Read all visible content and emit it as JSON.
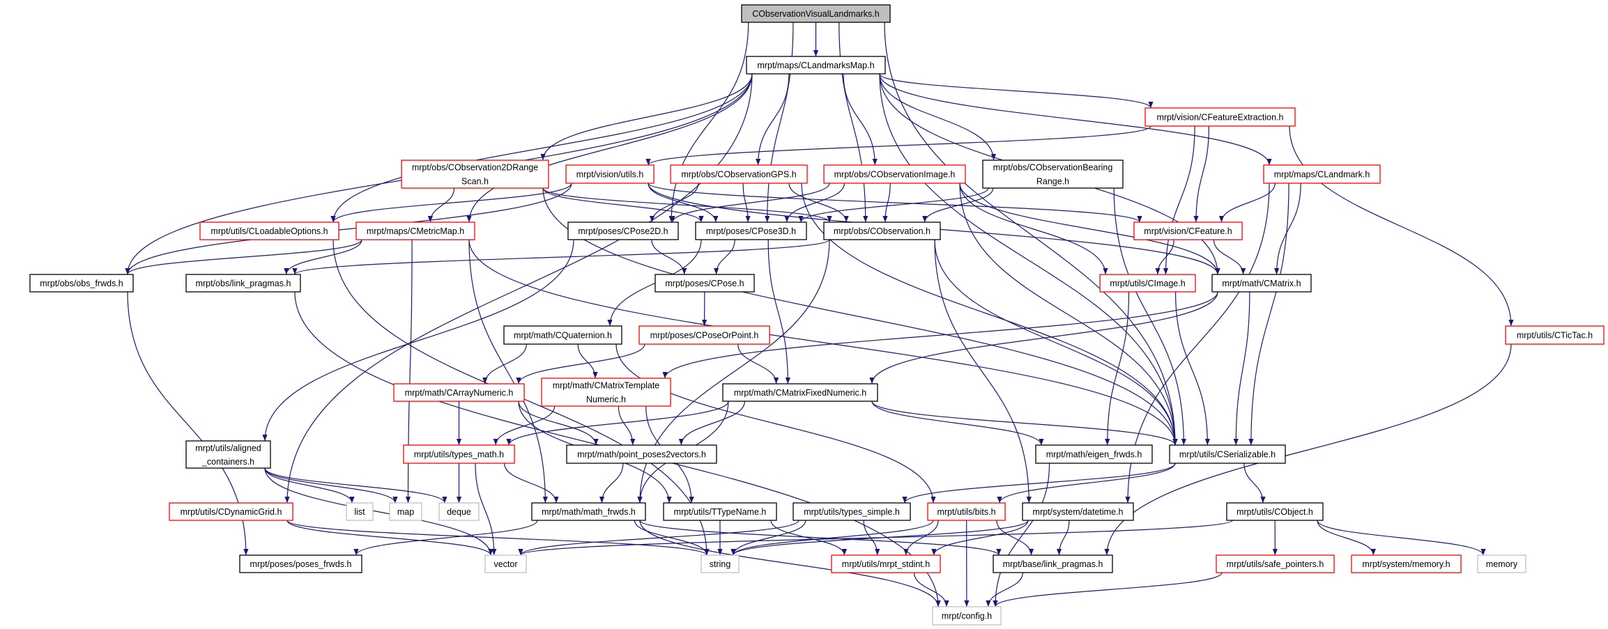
{
  "graph": {
    "title": "CObservationVisualLandmarks.h",
    "colors": {
      "edge": "#191970",
      "root_fill": "#bfbfbf",
      "red_border": "#ff0000",
      "black_border": "#000000",
      "gray_border": "#bfbfbf"
    },
    "nodes": [
      {
        "id": "A",
        "lines": [
          "CObservationVisualLandmarks.h"
        ],
        "style": "root"
      },
      {
        "id": "B",
        "lines": [
          "mrpt/maps/CLandmarksMap.h"
        ],
        "style": "black"
      },
      {
        "id": "C",
        "lines": [
          "mrpt/vision/CFeatureExtraction.h"
        ],
        "style": "red"
      },
      {
        "id": "D",
        "lines": [
          "mrpt/obs/CObservation2DRange",
          "Scan.h"
        ],
        "style": "red"
      },
      {
        "id": "E",
        "lines": [
          "mrpt/vision/utils.h"
        ],
        "style": "red"
      },
      {
        "id": "F",
        "lines": [
          "mrpt/obs/CObservationGPS.h"
        ],
        "style": "red"
      },
      {
        "id": "G",
        "lines": [
          "mrpt/obs/CObservationImage.h"
        ],
        "style": "red"
      },
      {
        "id": "H",
        "lines": [
          "mrpt/obs/CObservationBearing",
          "Range.h"
        ],
        "style": "black"
      },
      {
        "id": "I",
        "lines": [
          "mrpt/maps/CLandmark.h"
        ],
        "style": "red"
      },
      {
        "id": "J",
        "lines": [
          "mrpt/utils/CLoadableOptions.h"
        ],
        "style": "red"
      },
      {
        "id": "K",
        "lines": [
          "mrpt/maps/CMetricMap.h"
        ],
        "style": "red"
      },
      {
        "id": "L",
        "lines": [
          "mrpt/poses/CPose2D.h"
        ],
        "style": "black"
      },
      {
        "id": "M",
        "lines": [
          "mrpt/poses/CPose3D.h"
        ],
        "style": "black"
      },
      {
        "id": "N",
        "lines": [
          "mrpt/obs/CObservation.h"
        ],
        "style": "black"
      },
      {
        "id": "O",
        "lines": [
          "mrpt/vision/CFeature.h"
        ],
        "style": "red"
      },
      {
        "id": "P",
        "lines": [
          "mrpt/obs/obs_frwds.h"
        ],
        "style": "black"
      },
      {
        "id": "Q",
        "lines": [
          "mrpt/obs/link_pragmas.h"
        ],
        "style": "black"
      },
      {
        "id": "R",
        "lines": [
          "mrpt/poses/CPose.h"
        ],
        "style": "black"
      },
      {
        "id": "S",
        "lines": [
          "mrpt/utils/CImage.h"
        ],
        "style": "red"
      },
      {
        "id": "T",
        "lines": [
          "mrpt/math/CMatrix.h"
        ],
        "style": "black"
      },
      {
        "id": "U",
        "lines": [
          "mrpt/math/CQuaternion.h"
        ],
        "style": "black"
      },
      {
        "id": "V",
        "lines": [
          "mrpt/poses/CPoseOrPoint.h"
        ],
        "style": "red"
      },
      {
        "id": "W",
        "lines": [
          "mrpt/math/CArrayNumeric.h"
        ],
        "style": "red"
      },
      {
        "id": "X",
        "lines": [
          "mrpt/math/CMatrixTemplate",
          "Numeric.h"
        ],
        "style": "red"
      },
      {
        "id": "Y",
        "lines": [
          "mrpt/math/CMatrixFixedNumeric.h"
        ],
        "style": "black"
      },
      {
        "id": "Z",
        "lines": [
          "mrpt/utils/CTicTac.h"
        ],
        "style": "red"
      },
      {
        "id": "AA",
        "lines": [
          "mrpt/utils/aligned",
          "_containers.h"
        ],
        "style": "black"
      },
      {
        "id": "AB",
        "lines": [
          "mrpt/utils/types_math.h"
        ],
        "style": "red"
      },
      {
        "id": "AC",
        "lines": [
          "mrpt/math/point_poses2vectors.h"
        ],
        "style": "black"
      },
      {
        "id": "AD",
        "lines": [
          "mrpt/math/eigen_frwds.h"
        ],
        "style": "black"
      },
      {
        "id": "AE",
        "lines": [
          "mrpt/utils/CSerializable.h"
        ],
        "style": "black"
      },
      {
        "id": "AF",
        "lines": [
          "mrpt/utils/CDynamicGrid.h"
        ],
        "style": "red"
      },
      {
        "id": "AG",
        "lines": [
          "list"
        ],
        "style": "gray"
      },
      {
        "id": "AH",
        "lines": [
          "map"
        ],
        "style": "gray"
      },
      {
        "id": "AI",
        "lines": [
          "deque"
        ],
        "style": "gray"
      },
      {
        "id": "AJ",
        "lines": [
          "mrpt/math/math_frwds.h"
        ],
        "style": "black"
      },
      {
        "id": "AK",
        "lines": [
          "mrpt/utils/TTypeName.h"
        ],
        "style": "black"
      },
      {
        "id": "AL",
        "lines": [
          "mrpt/utils/types_simple.h"
        ],
        "style": "black"
      },
      {
        "id": "AM",
        "lines": [
          "mrpt/utils/bits.h"
        ],
        "style": "red"
      },
      {
        "id": "AN",
        "lines": [
          "mrpt/system/datetime.h"
        ],
        "style": "black"
      },
      {
        "id": "AO",
        "lines": [
          "mrpt/utils/CObject.h"
        ],
        "style": "black"
      },
      {
        "id": "AP",
        "lines": [
          "mrpt/poses/poses_frwds.h"
        ],
        "style": "black"
      },
      {
        "id": "AQ",
        "lines": [
          "vector"
        ],
        "style": "gray"
      },
      {
        "id": "AR",
        "lines": [
          "string"
        ],
        "style": "gray"
      },
      {
        "id": "AS",
        "lines": [
          "mrpt/utils/mrpt_stdint.h"
        ],
        "style": "red"
      },
      {
        "id": "AT",
        "lines": [
          "mrpt/base/link_pragmas.h"
        ],
        "style": "black"
      },
      {
        "id": "AU",
        "lines": [
          "mrpt/utils/safe_pointers.h"
        ],
        "style": "red"
      },
      {
        "id": "AV",
        "lines": [
          "mrpt/system/memory.h"
        ],
        "style": "red"
      },
      {
        "id": "AW",
        "lines": [
          "memory"
        ],
        "style": "gray"
      },
      {
        "id": "AX",
        "lines": [
          "mrpt/config.h"
        ],
        "style": "gray"
      }
    ],
    "edges": [
      [
        "A",
        "B"
      ],
      [
        "A",
        "L"
      ],
      [
        "A",
        "M"
      ],
      [
        "A",
        "N"
      ],
      [
        "A",
        "AE"
      ],
      [
        "B",
        "P"
      ],
      [
        "B",
        "AF"
      ],
      [
        "B",
        "J"
      ],
      [
        "B",
        "K"
      ],
      [
        "B",
        "D"
      ],
      [
        "B",
        "F"
      ],
      [
        "B",
        "G"
      ],
      [
        "B",
        "H"
      ],
      [
        "B",
        "C"
      ],
      [
        "B",
        "I"
      ],
      [
        "B",
        "T"
      ],
      [
        "B",
        "AE"
      ],
      [
        "C",
        "E"
      ],
      [
        "C",
        "S"
      ],
      [
        "C",
        "O"
      ],
      [
        "C",
        "Z"
      ],
      [
        "D",
        "K"
      ],
      [
        "D",
        "M"
      ],
      [
        "D",
        "N"
      ],
      [
        "D",
        "AE"
      ],
      [
        "E",
        "P"
      ],
      [
        "E",
        "J"
      ],
      [
        "E",
        "M"
      ],
      [
        "E",
        "O"
      ],
      [
        "E",
        "T"
      ],
      [
        "F",
        "L"
      ],
      [
        "F",
        "M"
      ],
      [
        "F",
        "N"
      ],
      [
        "F",
        "AE"
      ],
      [
        "G",
        "L"
      ],
      [
        "G",
        "M"
      ],
      [
        "G",
        "N"
      ],
      [
        "G",
        "S"
      ],
      [
        "G",
        "T"
      ],
      [
        "G",
        "AE"
      ],
      [
        "H",
        "M"
      ],
      [
        "H",
        "N"
      ],
      [
        "H",
        "AE"
      ],
      [
        "I",
        "O"
      ],
      [
        "I",
        "T"
      ],
      [
        "I",
        "AE"
      ],
      [
        "I",
        "AN"
      ],
      [
        "J",
        "AR"
      ],
      [
        "K",
        "P"
      ],
      [
        "K",
        "Q"
      ],
      [
        "K",
        "AH"
      ],
      [
        "K",
        "AJ"
      ],
      [
        "K",
        "AE"
      ],
      [
        "L",
        "R"
      ],
      [
        "L",
        "AA"
      ],
      [
        "M",
        "R"
      ],
      [
        "M",
        "U"
      ],
      [
        "M",
        "Y"
      ],
      [
        "N",
        "Q"
      ],
      [
        "N",
        "AJ"
      ],
      [
        "N",
        "AN"
      ],
      [
        "N",
        "AE"
      ],
      [
        "O",
        "S"
      ],
      [
        "O",
        "T"
      ],
      [
        "S",
        "AD"
      ],
      [
        "S",
        "AE"
      ],
      [
        "T",
        "X"
      ],
      [
        "T",
        "Y"
      ],
      [
        "T",
        "AE"
      ],
      [
        "R",
        "V"
      ],
      [
        "U",
        "W"
      ],
      [
        "U",
        "X"
      ],
      [
        "U",
        "AM"
      ],
      [
        "V",
        "W"
      ],
      [
        "V",
        "Y"
      ],
      [
        "W",
        "AB"
      ],
      [
        "W",
        "AC"
      ],
      [
        "W",
        "AK"
      ],
      [
        "X",
        "AB"
      ],
      [
        "X",
        "AC"
      ],
      [
        "X",
        "AK"
      ],
      [
        "Y",
        "AB"
      ],
      [
        "Y",
        "AC"
      ],
      [
        "Y",
        "AJ"
      ],
      [
        "Y",
        "AD"
      ],
      [
        "Y",
        "AE"
      ],
      [
        "Z",
        "AT"
      ],
      [
        "AA",
        "AG"
      ],
      [
        "AA",
        "AH"
      ],
      [
        "AA",
        "AI"
      ],
      [
        "AA",
        "AQ"
      ],
      [
        "AB",
        "AI"
      ],
      [
        "AB",
        "AQ"
      ],
      [
        "AB",
        "AJ"
      ],
      [
        "AC",
        "AJ"
      ],
      [
        "AD",
        "AX"
      ],
      [
        "AE",
        "AL"
      ],
      [
        "AE",
        "AM"
      ],
      [
        "AE",
        "AO"
      ],
      [
        "AF",
        "AQ"
      ],
      [
        "AF",
        "AR"
      ],
      [
        "AJ",
        "AP"
      ],
      [
        "AJ",
        "AR"
      ],
      [
        "AJ",
        "AX"
      ],
      [
        "AJ",
        "AT"
      ],
      [
        "AK",
        "AR"
      ],
      [
        "AK",
        "AS"
      ],
      [
        "AL",
        "AQ"
      ],
      [
        "AL",
        "AR"
      ],
      [
        "AL",
        "AS"
      ],
      [
        "AM",
        "AR"
      ],
      [
        "AM",
        "AS"
      ],
      [
        "AM",
        "AT"
      ],
      [
        "AM",
        "AX"
      ],
      [
        "AN",
        "AR"
      ],
      [
        "AN",
        "AS"
      ],
      [
        "AN",
        "AT"
      ],
      [
        "AO",
        "AQ"
      ],
      [
        "AO",
        "AU"
      ],
      [
        "AO",
        "AV"
      ],
      [
        "AO",
        "AW"
      ],
      [
        "AS",
        "AX"
      ],
      [
        "AT",
        "AX"
      ],
      [
        "AU",
        "AX"
      ],
      [
        "P",
        "AP"
      ],
      [
        "Q",
        "AX"
      ]
    ]
  }
}
